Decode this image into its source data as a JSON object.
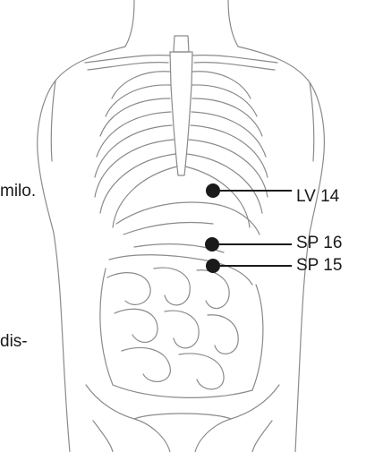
{
  "text_fragments": {
    "left_upper": "milo.",
    "left_lower": "dis-"
  },
  "points": [
    {
      "id": "lv14",
      "label": "LV 14"
    },
    {
      "id": "sp16",
      "label": "SP 16"
    },
    {
      "id": "sp15",
      "label": "SP 15"
    }
  ],
  "colors": {
    "line": "#1a1a1a",
    "sketch": "#8a8a8a",
    "background": "#ffffff"
  }
}
